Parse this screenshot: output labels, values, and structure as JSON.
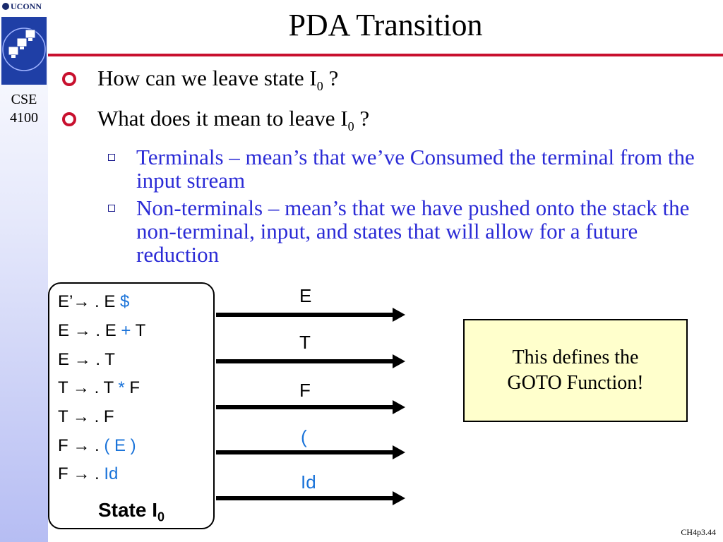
{
  "sidebar": {
    "university": "UCONN",
    "course_line1": "CSE",
    "course_line2": "4100"
  },
  "title": "PDA Transition",
  "bullets": [
    {
      "text": "How can we leave state I",
      "sub": "0",
      "tail": " ?"
    },
    {
      "text": "What does it mean to leave I",
      "sub": "0",
      "tail": " ?"
    }
  ],
  "subbullets": [
    {
      "text": "Terminals – mean’s that we’ve Consumed the terminal from the input stream"
    },
    {
      "text": "Non-terminals – mean’s that we have pushed onto the stack the non-terminal, input, and states that will allow for a future reduction"
    }
  ],
  "state": {
    "productions": [
      {
        "lhs": "E’",
        "arrow": "→",
        "body": ". E ",
        "sym": "$",
        "rest": ""
      },
      {
        "lhs": "E ",
        "arrow": "→",
        "body": ". E ",
        "sym": "+",
        "rest": " T"
      },
      {
        "lhs": "E ",
        "arrow": "→",
        "body": ". T",
        "sym": "",
        "rest": ""
      },
      {
        "lhs": "T ",
        "arrow": "→",
        "body": ". T ",
        "sym": "*",
        "rest": " F"
      },
      {
        "lhs": "T ",
        "arrow": "→",
        "body": ". F",
        "sym": "",
        "rest": ""
      },
      {
        "lhs": "F ",
        "arrow": "→",
        "body": ". ",
        "sym": "( E )",
        "rest": ""
      },
      {
        "lhs": "F ",
        "arrow": "→",
        "body": ". ",
        "sym": "Id",
        "rest": ""
      }
    ],
    "label": "State I",
    "label_sub": "0"
  },
  "transitions": [
    {
      "label": "E",
      "color": "#000000"
    },
    {
      "label": "T",
      "color": "#000000"
    },
    {
      "label": "F",
      "color": "#000000"
    },
    {
      "label": "(",
      "color": "#1a73d9"
    },
    {
      "label": "Id",
      "color": "#1a73d9"
    }
  ],
  "goto_note": "This defines the GOTO Function!",
  "footer": "CH4p3.44"
}
